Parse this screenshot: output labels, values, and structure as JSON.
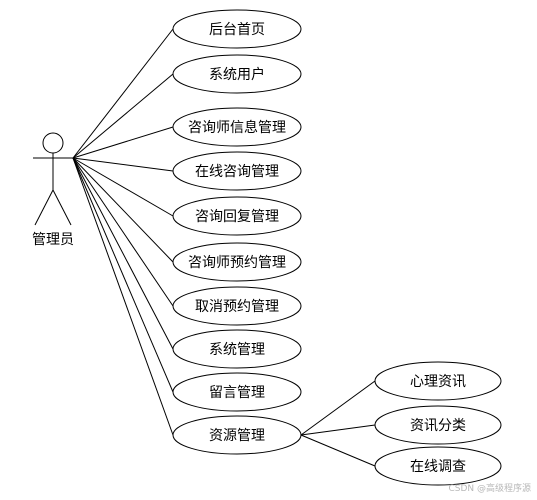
{
  "actor": {
    "label": "管理员"
  },
  "use_cases": [
    "后台首页",
    "系统用户",
    "咨询师信息管理",
    "在线咨询管理",
    "咨询回复管理",
    "咨询师预约管理",
    "取消预约管理",
    "系统管理",
    "留言管理",
    "资源管理"
  ],
  "sub_use_cases": {
    "parent": "资源管理",
    "items": [
      "心理资讯",
      "资讯分类",
      "在线调查"
    ]
  },
  "watermark": "CSDN @高级程序源"
}
